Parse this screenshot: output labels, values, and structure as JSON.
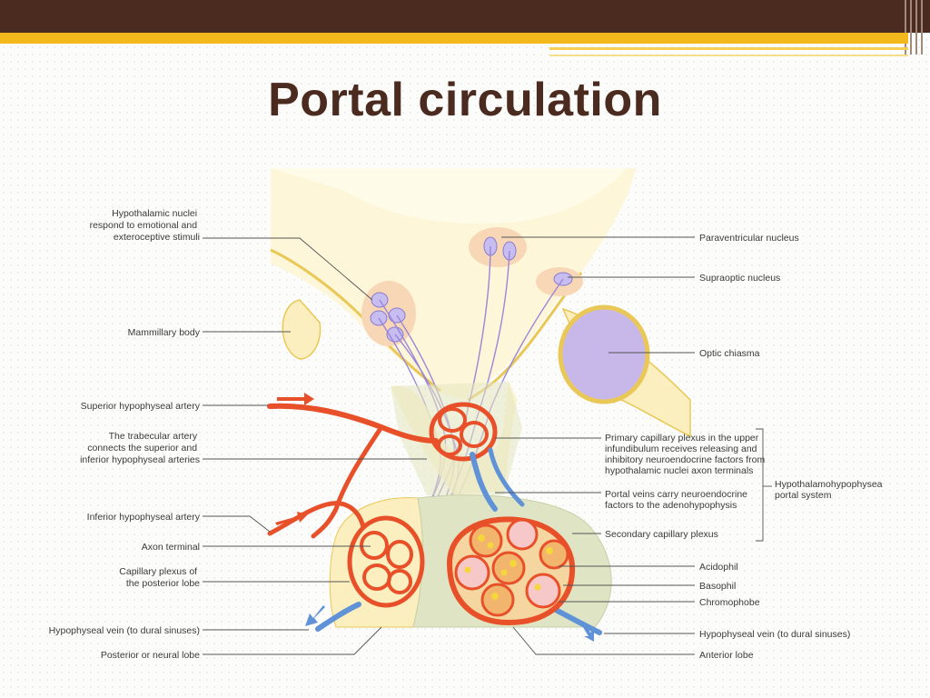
{
  "slide": {
    "title": "Portal circulation"
  },
  "labels": {
    "hypothalamic_nuclei": [
      "Hypothalamic nuclei",
      "respond to emotional and",
      "exteroceptive stimuli"
    ],
    "mammillary_body": [
      "Mammillary body"
    ],
    "superior_artery": [
      "Superior hypophyseal artery"
    ],
    "trabecular_artery": [
      "The trabecular artery",
      "connects the superior and",
      "inferior hypophyseal arteries"
    ],
    "inferior_artery": [
      "Inferior hypophyseal artery"
    ],
    "axon_terminal": [
      "Axon terminal"
    ],
    "capillary_posterior": [
      "Capillary plexus of",
      "the posterior lobe"
    ],
    "hypophyseal_vein_left": [
      "Hypophyseal vein (to dural sinuses)"
    ],
    "posterior_lobe": [
      "Posterior or neural lobe"
    ],
    "paraventricular": [
      "Paraventricular nucleus"
    ],
    "supraoptic": [
      "Supraoptic nucleus"
    ],
    "optic_chiasma": [
      "Optic chiasma"
    ],
    "primary_plexus": [
      "Primary capillary plexus in the upper",
      "infundibulum receives releasing and",
      "inhibitory neuroendocrine factors from",
      "hypothalamic nuclei axon terminals"
    ],
    "portal_veins": [
      "Portal veins carry neuroendocrine",
      "factors to the adenohypophysis"
    ],
    "secondary_plexus": [
      "Secondary capillary plexus"
    ],
    "acidophil": [
      "Acidophil"
    ],
    "basophil": [
      "Basophil"
    ],
    "chromophobe": [
      "Chromophobe"
    ],
    "hypophyseal_vein_right": [
      "Hypophyseal vein (to dural sinuses)"
    ],
    "anterior_lobe": [
      "Anterior lobe"
    ],
    "portal_system": [
      "Hypothalamohypophysea",
      "portal system"
    ]
  },
  "colors": {
    "title": "#4b2b1f",
    "top_bar": "#4b2b1f",
    "gold_band": "#f3b81c",
    "artery": "#e8502a",
    "vein": "#5f92d6",
    "neural_tissue": "#fbf1b2",
    "anterior_lobe": "#dfe5c4",
    "optic_chiasma": "#c8b8ea"
  }
}
